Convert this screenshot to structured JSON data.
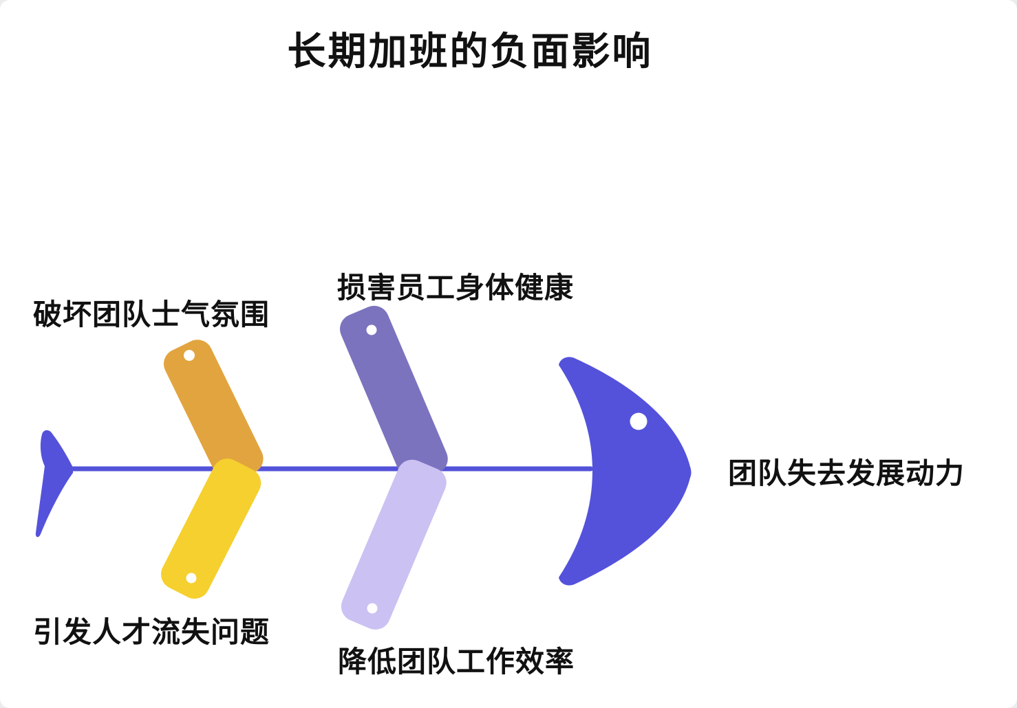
{
  "title": "长期加班的负面影响",
  "diagram": {
    "type": "fishbone",
    "effect": "团队失去发展动力",
    "causes_top": [
      {
        "label": "破坏团队士气氛围",
        "color": "#E2A43E"
      },
      {
        "label": "损害员工身体健康",
        "color": "#7B73BE"
      }
    ],
    "causes_bottom": [
      {
        "label": "引发人才流失问题",
        "color": "#F5D02E"
      },
      {
        "label": "降低团队工作效率",
        "color": "#CBC1F2"
      }
    ]
  },
  "colors": {
    "spine": "#5352D9",
    "head": "#5452DB",
    "tail": "#5452DB",
    "bone_top_1": "#E2A43E",
    "bone_top_2": "#7B73BE",
    "bone_bottom_1": "#F5D02E",
    "bone_bottom_2": "#CBC1F2",
    "dot": "#FFFFFF",
    "text": "#111111",
    "background": "#FFFFFF"
  }
}
